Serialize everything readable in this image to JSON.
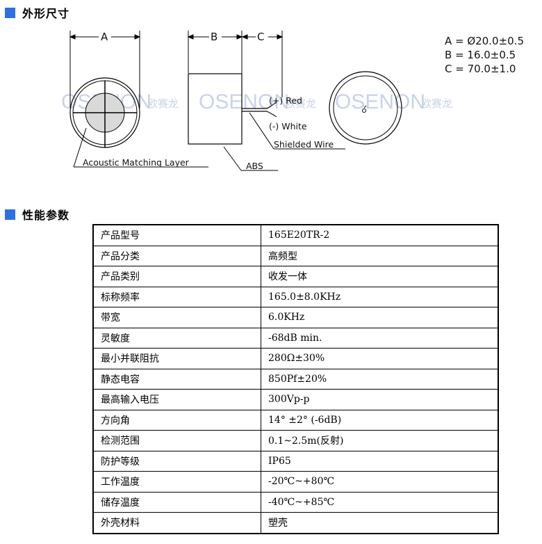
{
  "sections": {
    "outline_title": "外形尺寸",
    "performance_title": "性能参数"
  },
  "drawing": {
    "dim_a_letter": "A",
    "dim_b_letter": "B",
    "dim_c_letter": "C",
    "spec_a": "A = Ø20.0±0.5",
    "spec_b": "B = 16.0±0.5",
    "spec_c": "C = 70.0±1.0",
    "plus_red": "(+) Red",
    "minus_white": "(-) White",
    "shielded_wire": "Shielded Wire",
    "acoustic_layer": "Acoustic Matching Layer",
    "abs": "ABS",
    "watermark_en": "OSENON",
    "watermark_cn": "欧赛龙"
  },
  "specs": [
    {
      "label": "产品型号",
      "value": "165E20TR-2"
    },
    {
      "label": "产品分类",
      "value": "高频型"
    },
    {
      "label": "产品类别",
      "value": "收发一体"
    },
    {
      "label": "标称频率",
      "value": "165.0±8.0KHz"
    },
    {
      "label": "带宽",
      "value": "6.0KHz"
    },
    {
      "label": "灵敏度",
      "value": "-68dB min."
    },
    {
      "label": "最小并联阻抗",
      "value": "280Ω±30%"
    },
    {
      "label": "静态电容",
      "value": "850Pf±20%"
    },
    {
      "label": "最高输入电压",
      "value": "300Vp-p"
    },
    {
      "label": "方向角",
      "value": "14° ±2° (-6dB)"
    },
    {
      "label": "检测范围",
      "value": "0.1~2.5m(反射)"
    },
    {
      "label": "防护等级",
      "value": "IP65"
    },
    {
      "label": "工作温度",
      "value": "-20℃~+80℃"
    },
    {
      "label": "储存温度",
      "value": "-40℃~+85℃"
    },
    {
      "label": "外壳材料",
      "value": "塑壳"
    }
  ]
}
